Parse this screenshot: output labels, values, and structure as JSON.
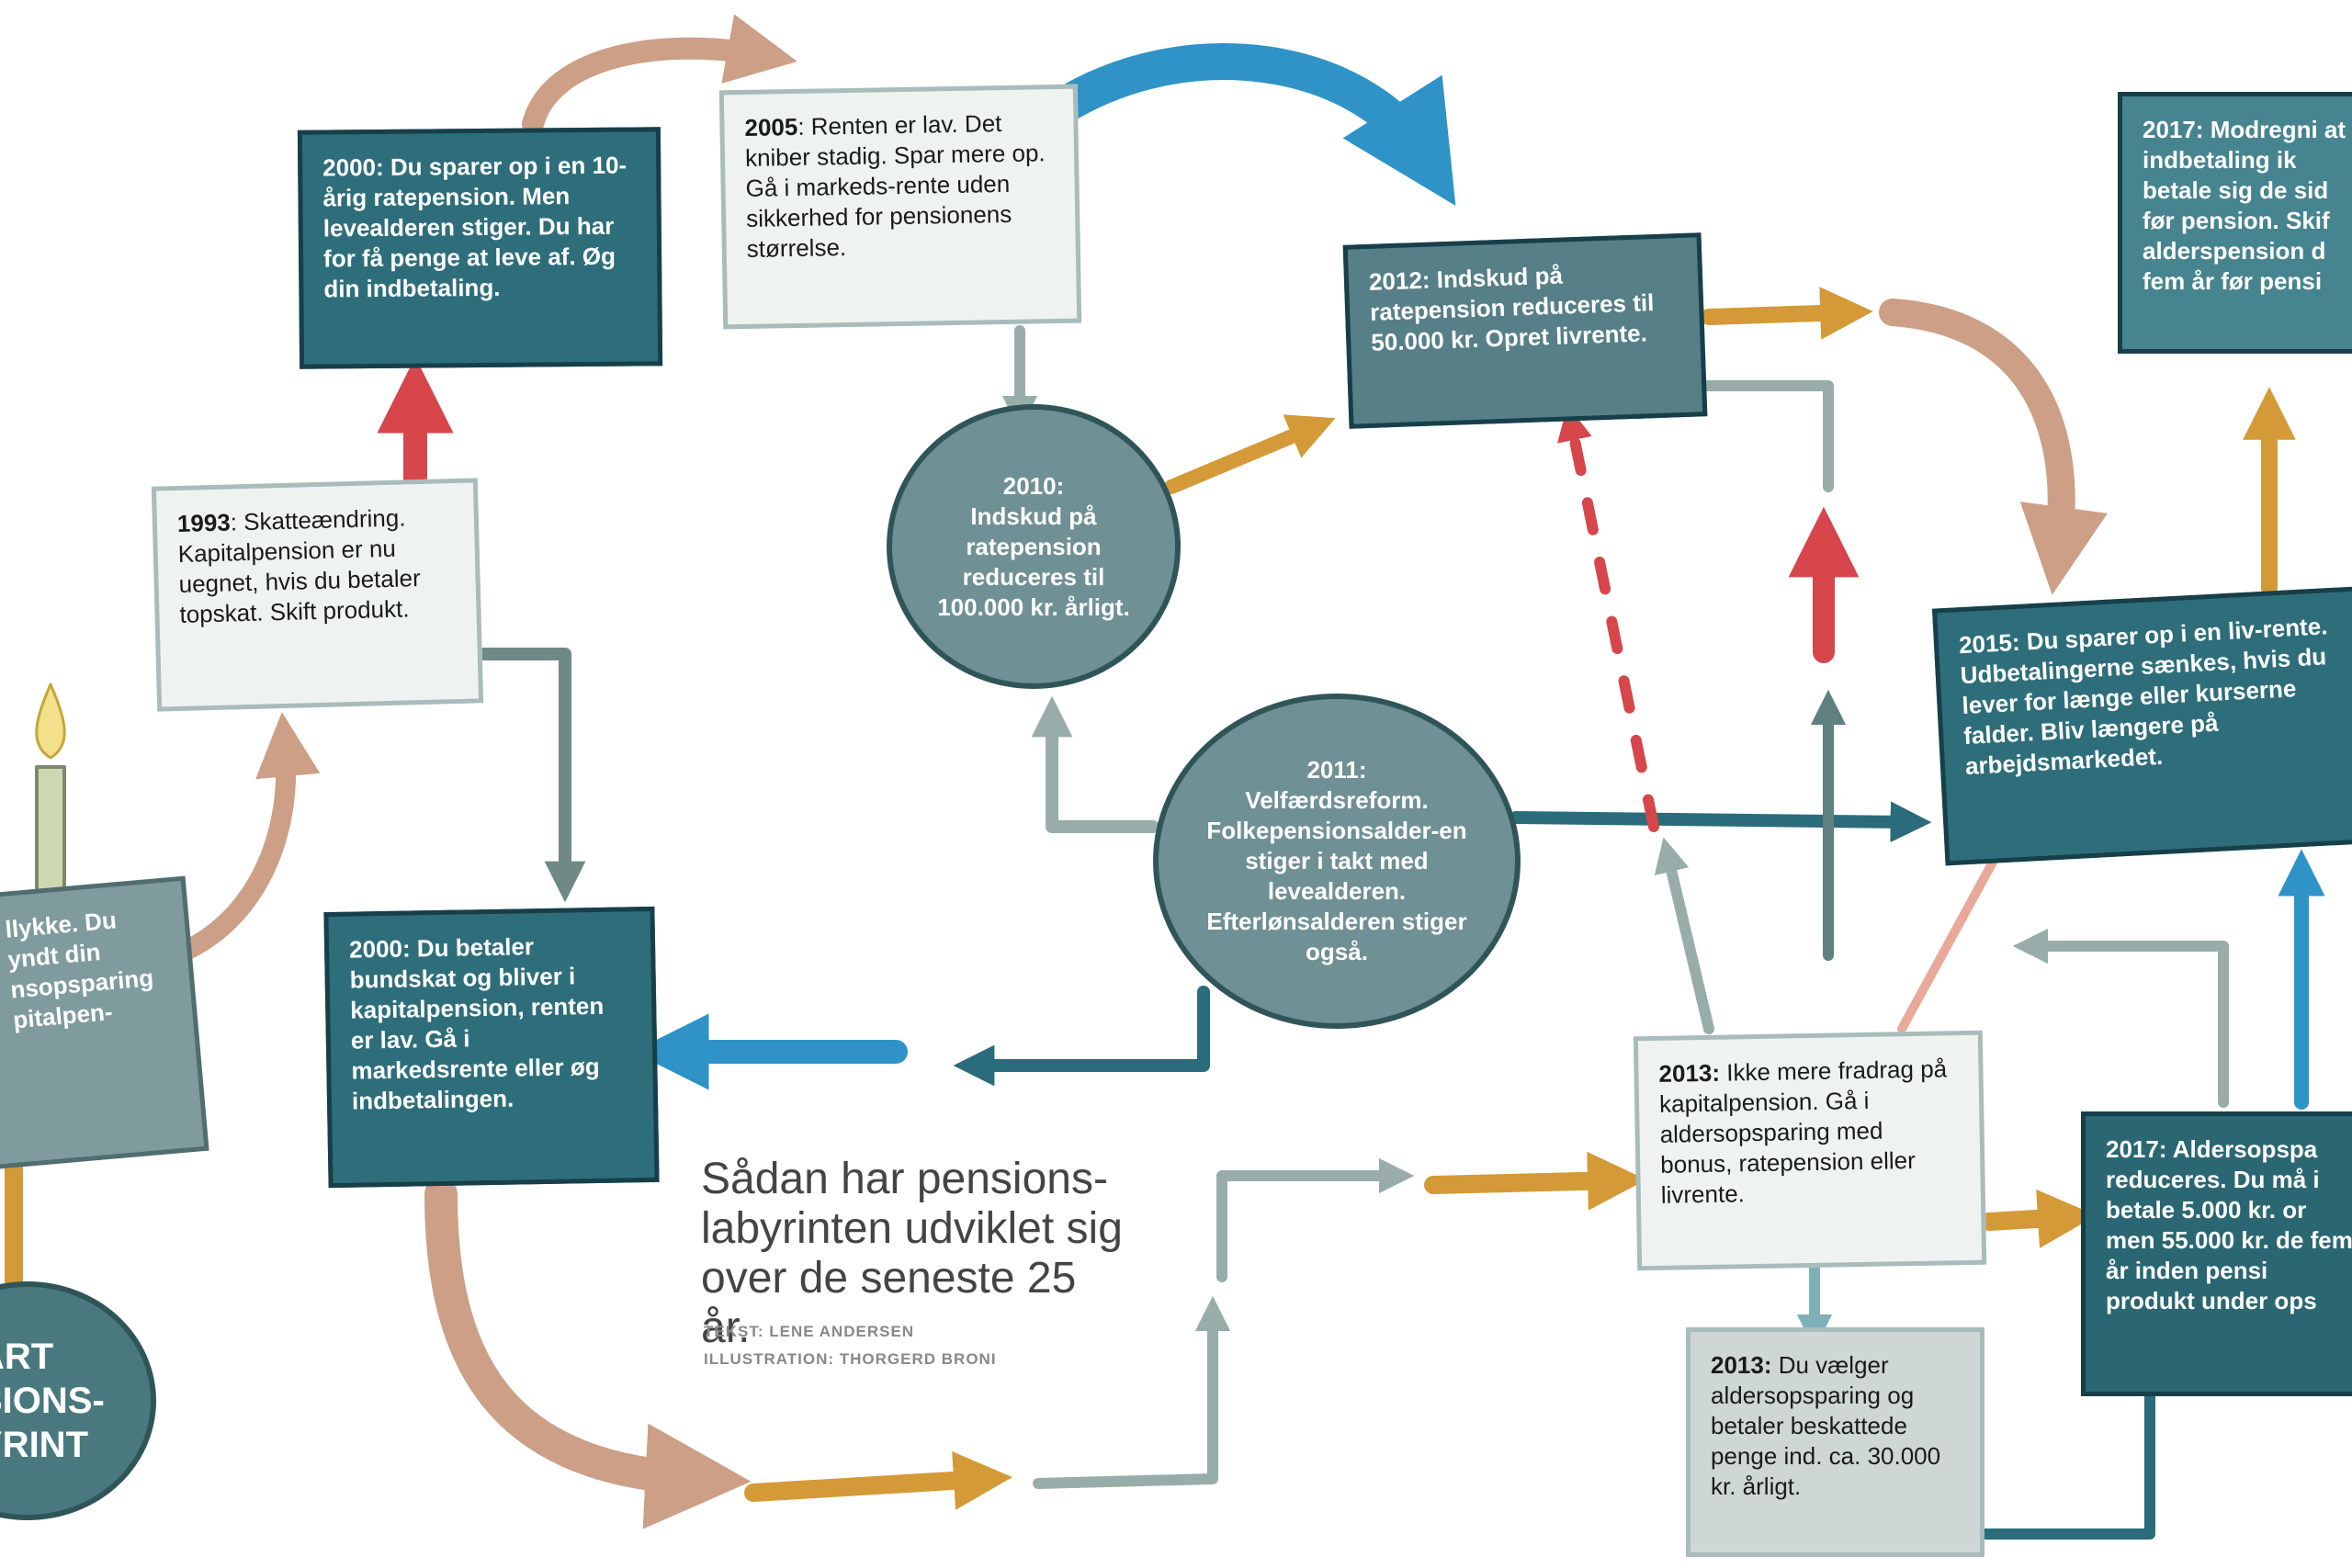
{
  "colors": {
    "dark_box": "#2e6e7b",
    "light_box": "#eef3f2",
    "mid_box": "#7f9b9d",
    "circle": "#6f9095",
    "orange_arrow": "#d49a37",
    "tan_arrow": "#cc9f86",
    "red_arrow": "#d6464b",
    "blue_arrow": "#2f93c8",
    "teal_arrow": "#2a6c7b",
    "grey_arrow": "#98ada9"
  },
  "title": "Sådan har pensions-labyrinten udviklet sig over de seneste 25 år.",
  "credits": {
    "text": "TEKST: LENE ANDERSEN",
    "illustration": "ILLUSTRATION: THORGERD BRONI"
  },
  "start": {
    "line1": "ART",
    "line2": "SIONS-",
    "line3": "YRINT"
  },
  "start_box": {
    "text": "llykke. Du yndt din nsopsparing pitalpen-"
  },
  "boxes": {
    "b1993": {
      "year": "1993",
      "text": ": Skatteændring. Kapitalpension er nu uegnet, hvis du betaler topskat. Skift produkt."
    },
    "b2000a": {
      "year": "2000:",
      "text": " Du sparer op i en 10-årig ratepension. Men levealderen stiger. Du har for få penge at leve af. Øg din indbetaling."
    },
    "b2000b": {
      "year": "2000:",
      "text": " Du betaler bundskat og bliver i kapitalpension, renten er lav. Gå i markedsrente eller øg indbetalingen."
    },
    "b2005": {
      "year": "2005",
      "text": ": Renten er lav. Det kniber stadig. Spar mere op. Gå i markeds-rente uden sikkerhed for pensionens størrelse."
    },
    "b2010": {
      "year": "2010:",
      "text": "Indskud på ratepension reduceres til 100.000 kr. årligt."
    },
    "b2011": {
      "year": "2011:",
      "text": "Velfærdsreform. Folkepensionsalder-en stiger i takt med levealderen. Efterlønsalderen stiger også."
    },
    "b2012": {
      "year": "2012:",
      "text": " Indskud på ratepension reduceres til 50.000 kr. Opret livrente."
    },
    "b2013a": {
      "year": "2013:",
      "text": " Ikke mere fradrag på kapitalpension. Gå i aldersopsparing med bonus, ratepension eller livrente."
    },
    "b2013b": {
      "year": "2013:",
      "text": " Du vælger aldersopsparing og betaler beskattede penge ind. ca. 30.000 kr. årligt."
    },
    "b2015": {
      "year": "2015:",
      "text": " Du sparer op i en liv-rente. Udbetalingerne sænkes, hvis du lever for længe eller kurserne falder. Bliv længere på arbejdsmarkedet."
    },
    "b2017a": {
      "year": "2017:",
      "text": " Modregni at indbetaling ik betale sig de sid før pension. Skif alderspension d fem år før pensi"
    },
    "b2017b": {
      "year": "2017:",
      "text": " Aldersopspa reduceres. Du må i betale 5.000 kr. or men 55.000 kr. de fem år inden pensi produkt under ops"
    }
  }
}
